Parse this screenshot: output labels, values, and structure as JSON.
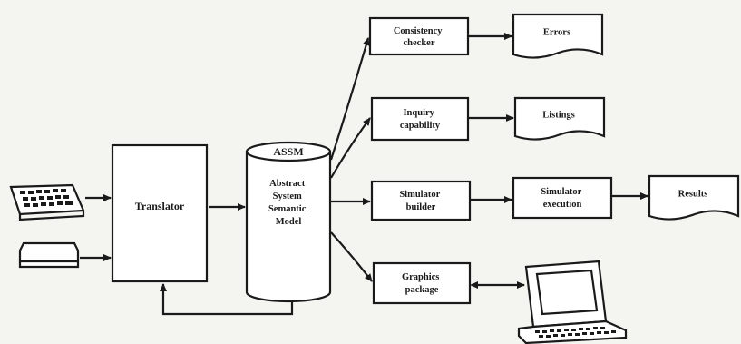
{
  "diagram": {
    "translator": "Translator",
    "assm_title": "ASSM",
    "assm_lines": [
      "Abstract",
      "System",
      "Semantic",
      "Model"
    ],
    "consistency": [
      "Consistency",
      "checker"
    ],
    "inquiry": [
      "Inquiry",
      "capability"
    ],
    "simbuilder": [
      "Simulator",
      "builder"
    ],
    "graphics": [
      "Graphics",
      "package"
    ],
    "errors": "Errors",
    "listings": "Listings",
    "simexec": [
      "Simulator",
      "execution"
    ],
    "results": "Results"
  },
  "icons": {
    "keyboard": "keyboard-icon",
    "tape": "tape-reader-icon",
    "terminal": "terminal-icon"
  }
}
